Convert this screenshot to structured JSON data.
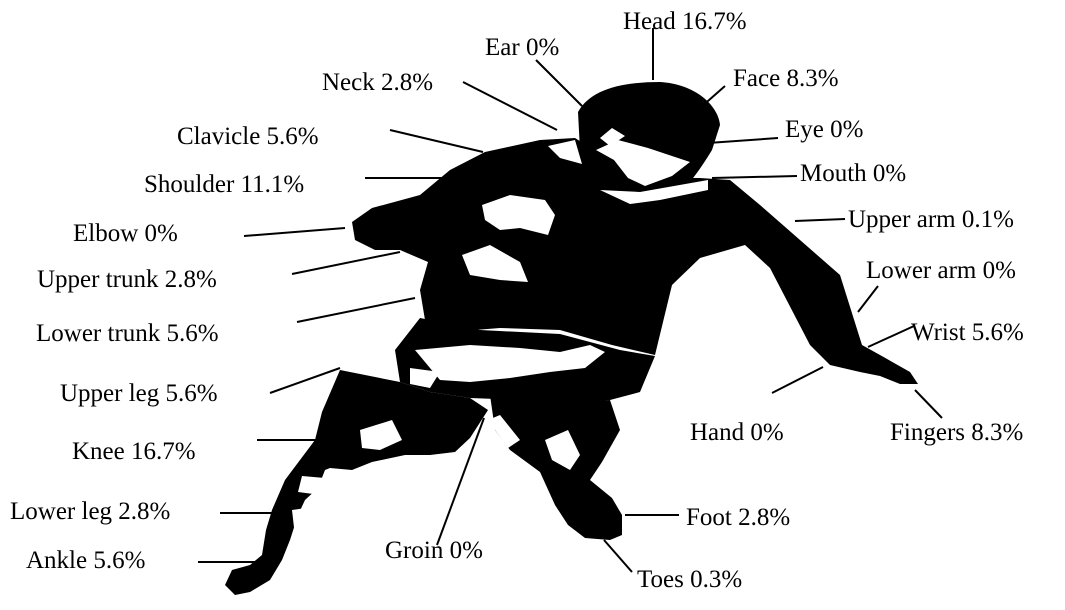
{
  "diagram": {
    "figure": "rugby-player-silhouette",
    "colors": {
      "ink": "#000000",
      "background": "#ffffff"
    },
    "labels": {
      "head": "Head 16.7%",
      "ear": "Ear 0%",
      "face": "Face 8.3%",
      "neck": "Neck 2.8%",
      "eye": "Eye 0%",
      "clavicle": "Clavicle 5.6%",
      "mouth": "Mouth 0%",
      "shoulder": "Shoulder 11.1%",
      "upper_arm": "Upper arm 0.1%",
      "elbow": "Elbow 0%",
      "lower_arm": "Lower arm 0%",
      "upper_trunk": "Upper trunk 2.8%",
      "wrist": "Wrist 5.6%",
      "lower_trunk": "Lower trunk 5.6%",
      "upper_leg": "Upper leg 5.6%",
      "hand": "Hand 0%",
      "fingers": "Fingers 8.3%",
      "knee": "Knee 16.7%",
      "foot": "Foot 2.8%",
      "lower_leg": "Lower leg 2.8%",
      "groin": "Groin 0%",
      "ankle": "Ankle 5.6%",
      "toes": "Toes 0.3%"
    }
  }
}
